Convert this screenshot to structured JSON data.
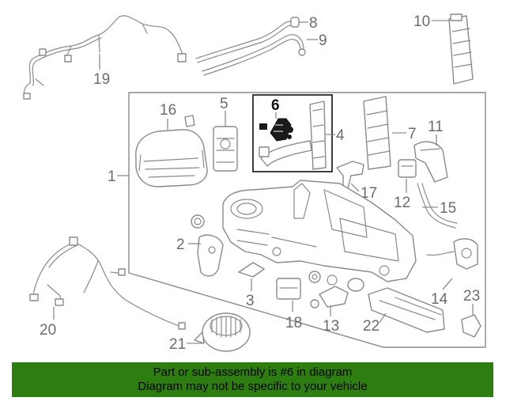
{
  "callouts": {
    "c1": "1",
    "c2": "2",
    "c3": "3",
    "c4": "4",
    "c5": "5",
    "c6": "6",
    "c7": "7",
    "c8": "8",
    "c9": "9",
    "c10": "10",
    "c11": "11",
    "c12": "12",
    "c13": "13",
    "c14": "14",
    "c15": "15",
    "c16": "16",
    "c17": "17",
    "c18": "18",
    "c19": "19",
    "c20": "20",
    "c21": "21",
    "c22": "22",
    "c23": "23"
  },
  "banner": {
    "line1": "Part or sub-assembly is #6 in diagram",
    "line2": "Diagram may not be specific to your vehicle"
  },
  "colors": {
    "banner_bg": "#2e7d10",
    "line_art": "#8a8a8a",
    "highlight_box": "#111111"
  }
}
